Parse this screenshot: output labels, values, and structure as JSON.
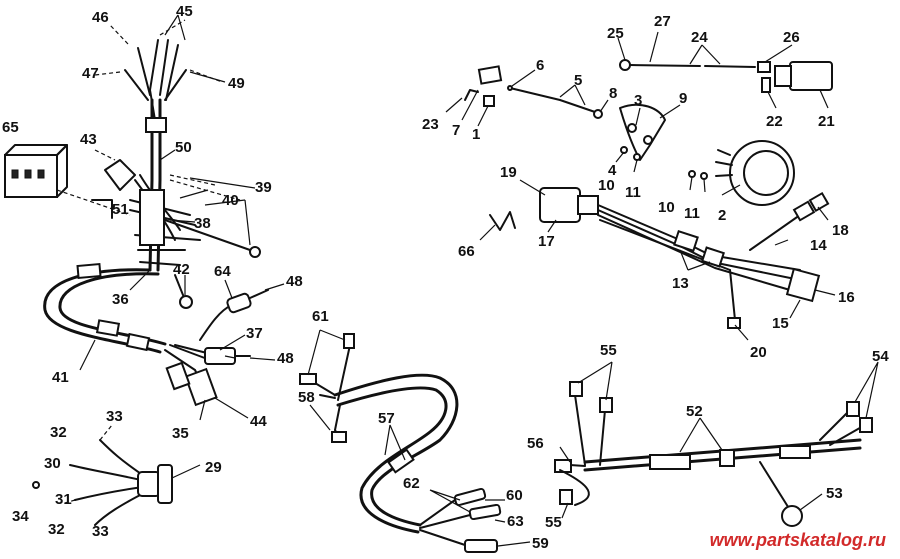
{
  "callouts": {
    "c1": "1",
    "c2": "2",
    "c3": "3",
    "c4": "4",
    "c5": "5",
    "c6": "6",
    "c7": "7",
    "c8": "8",
    "c9": "9",
    "c10a": "10",
    "c10b": "10",
    "c11a": "11",
    "c11b": "11",
    "c13": "13",
    "c14": "14",
    "c15": "15",
    "c16": "16",
    "c17": "17",
    "c18": "18",
    "c19": "19",
    "c20": "20",
    "c21": "21",
    "c22": "22",
    "c23": "23",
    "c24": "24",
    "c25": "25",
    "c26": "26",
    "c27": "27",
    "c29": "29",
    "c30": "30",
    "c31": "31",
    "c32a": "32",
    "c32b": "32",
    "c33a": "33",
    "c33b": "33",
    "c34": "34",
    "c35": "35",
    "c36": "36",
    "c37": "37",
    "c38": "38",
    "c39": "39",
    "c40": "40",
    "c41": "41",
    "c42": "42",
    "c43": "43",
    "c44": "44",
    "c45": "45",
    "c46": "46",
    "c47": "47",
    "c48a": "48",
    "c48b": "48",
    "c49": "49",
    "c50": "50",
    "c51": "51",
    "c52": "52",
    "c53": "53",
    "c54": "54",
    "c55a": "55",
    "c55b": "55",
    "c56": "56",
    "c57": "57",
    "c58": "58",
    "c59": "59",
    "c60": "60",
    "c61": "61",
    "c62": "62",
    "c63": "63",
    "c64": "64",
    "c65": "65",
    "c66": "66"
  },
  "watermark": "www.partskatalog.ru"
}
